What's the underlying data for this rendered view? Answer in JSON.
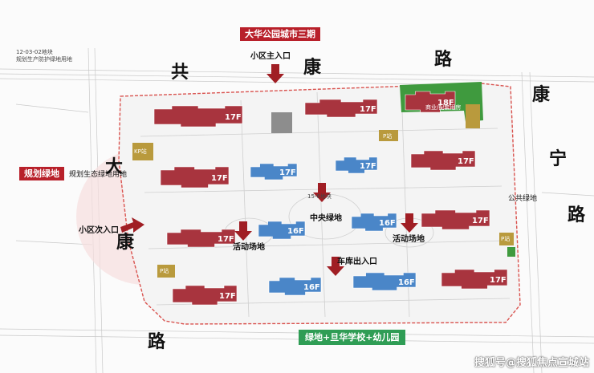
{
  "colors": {
    "high_rise": "#a8343e",
    "mid_rise": "#4a86c8",
    "amenity": "#b99a3d",
    "green": "#3f9a3e",
    "label_red": "#b8202a",
    "label_green": "#2f9d55",
    "arrow": "#a01e24",
    "boundary": "#d9534f"
  },
  "roads": {
    "north_top": {
      "chars": [
        "共",
        "康",
        "路"
      ]
    },
    "east": {
      "chars": [
        "康",
        "宁",
        "路"
      ]
    },
    "west": {
      "chars": [
        "大",
        "康",
        "路"
      ]
    }
  },
  "tags": {
    "north_project": "大华公园城市三期",
    "west_green": "规划绿地",
    "south_facilities": "绿地+旦华学校+幼儿园"
  },
  "labels": {
    "main_entrance": "小区主入口",
    "secondary_entrance": "小区次入口",
    "central_green": "中央绿地",
    "activity_west": "活动场地",
    "activity_east": "活动场地",
    "garage_entrance": "车库出入口",
    "public_green": "公共绿地",
    "west_green_land": "规划生态绿地用地",
    "block_code": "12-03-02地块",
    "block_note": "规划生产防护绿地用地",
    "block_15": "15-6地块",
    "kp_station": "KP站",
    "p_station": "P站",
    "commercial": "商业/配套用房"
  },
  "buildings": [
    {
      "height": "17F",
      "type": "high"
    },
    {
      "height": "17F",
      "type": "high"
    },
    {
      "height": "18F",
      "type": "high"
    },
    {
      "height": "17F",
      "type": "high"
    },
    {
      "height": "17F",
      "type": "mid"
    },
    {
      "height": "17F",
      "type": "mid"
    },
    {
      "height": "17F",
      "type": "high"
    },
    {
      "height": "17F",
      "type": "high"
    },
    {
      "height": "16F",
      "type": "mid"
    },
    {
      "height": "16F",
      "type": "mid"
    },
    {
      "height": "17F",
      "type": "high"
    },
    {
      "height": "17F",
      "type": "high"
    },
    {
      "height": "16F",
      "type": "mid"
    },
    {
      "height": "16F",
      "type": "mid"
    },
    {
      "height": "17F",
      "type": "high"
    }
  ],
  "watermark": "搜狐号@搜狐焦点宣城站"
}
